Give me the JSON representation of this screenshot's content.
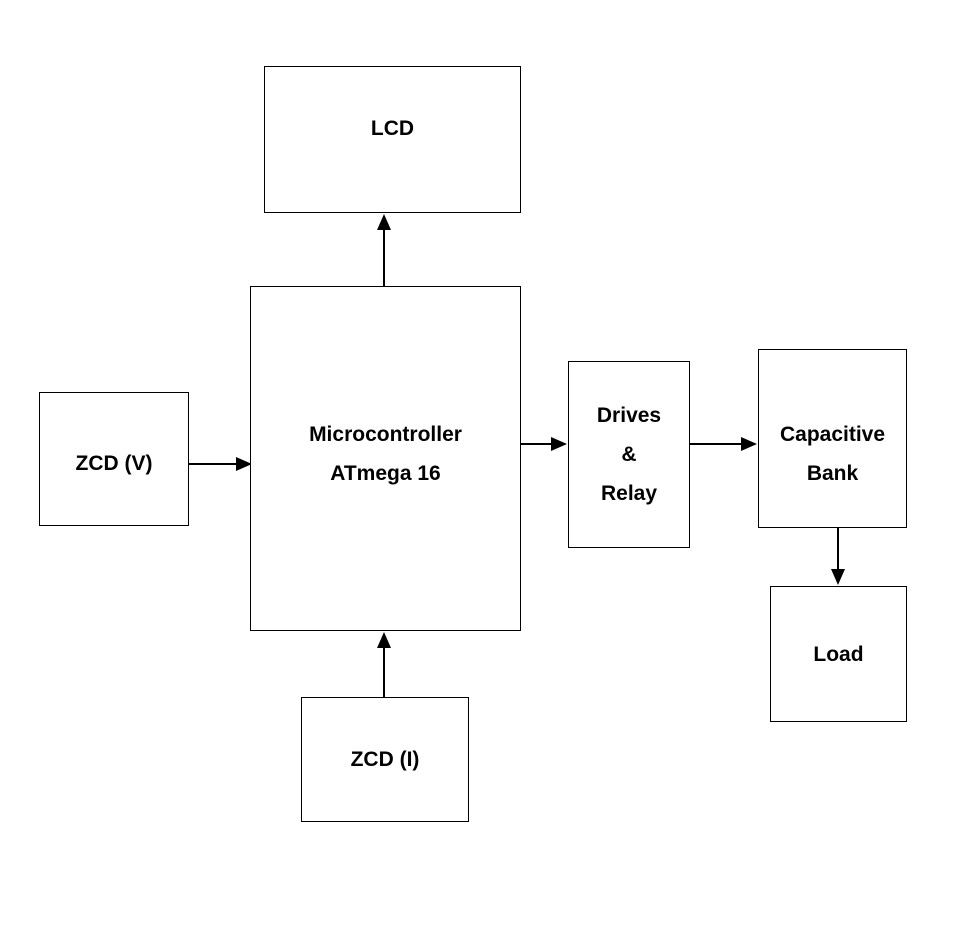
{
  "diagram": {
    "type": "block-diagram",
    "colors": {
      "ink": "#000000",
      "background": "#ffffff"
    },
    "blocks": {
      "lcd": {
        "label": "LCD"
      },
      "microcontroller": {
        "lines": [
          "Microcontroller",
          "ATmega 16"
        ]
      },
      "zcd_v": {
        "label": "ZCD (V)"
      },
      "zcd_i": {
        "label": "ZCD (I)"
      },
      "drives_relay": {
        "lines": [
          "Drives",
          "&",
          "Relay"
        ]
      },
      "capacitive_bank": {
        "lines": [
          "Capacitive",
          "Bank"
        ]
      },
      "load": {
        "label": "Load"
      }
    },
    "connections": [
      {
        "from": "zcd_v",
        "to": "microcontroller",
        "direction": "right"
      },
      {
        "from": "microcontroller",
        "to": "lcd",
        "direction": "up"
      },
      {
        "from": "zcd_i",
        "to": "microcontroller",
        "direction": "up"
      },
      {
        "from": "microcontroller",
        "to": "drives_relay",
        "direction": "right"
      },
      {
        "from": "drives_relay",
        "to": "capacitive_bank",
        "direction": "right"
      },
      {
        "from": "capacitive_bank",
        "to": "load",
        "direction": "down"
      }
    ]
  }
}
